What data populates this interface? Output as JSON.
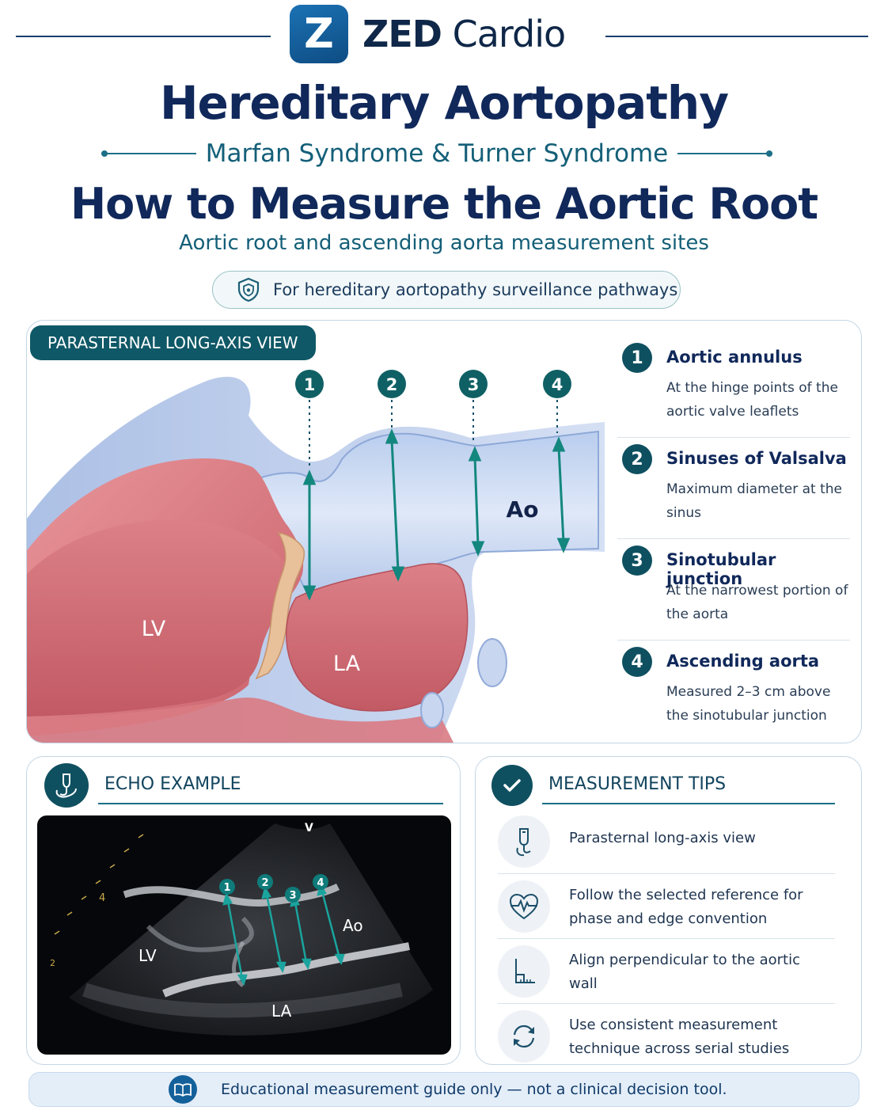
{
  "header": {
    "logo_letter": "Z",
    "brand_bold": "ZED",
    "brand_rest": " Cardio",
    "title": "Hereditary Aortopathy",
    "subtitle": "Marfan Syndrome & Turner Syndrome",
    "title2": "How to Measure the Aortic Root",
    "tagline": "Aortic root and ascending aorta measurement sites",
    "pill_text": "For hereditary aortopathy surveillance pathways"
  },
  "diagram": {
    "view_label": "PARASTERNAL LONG-AXIS VIEW",
    "labels": {
      "lv": "LV",
      "la": "LA",
      "ao": "Ao"
    },
    "markers": [
      "1",
      "2",
      "3",
      "4"
    ]
  },
  "steps": [
    {
      "num": "1",
      "title": "Aortic annulus",
      "desc": "At the hinge points of the aortic valve leaflets"
    },
    {
      "num": "2",
      "title": "Sinuses of Valsalva",
      "desc": "Maximum diameter at the sinus"
    },
    {
      "num": "3",
      "title": "Sinotubular junction",
      "desc": "At the narrowest portion of the aorta"
    },
    {
      "num": "4",
      "title": "Ascending aorta",
      "desc": "Measured 2–3 cm above the sinotubular junction"
    }
  ],
  "echo": {
    "title": "ECHO EXAMPLE",
    "labels": {
      "lv": "LV",
      "la": "LA",
      "ao": "Ao",
      "v": "V",
      "depth": "4",
      "scale": "2"
    },
    "markers": [
      "1",
      "2",
      "3",
      "4"
    ]
  },
  "tips": {
    "title": "MEASUREMENT TIPS",
    "items": [
      {
        "text": "Parasternal long-axis view",
        "icon": "probe-icon"
      },
      {
        "text": "Follow the selected reference for phase and edge convention",
        "icon": "heart-ecg-icon"
      },
      {
        "text": "Align perpendicular to the aortic wall",
        "icon": "perpendicular-icon"
      },
      {
        "text": "Use consistent measurement technique across serial studies",
        "icon": "refresh-icon"
      }
    ]
  },
  "footer": {
    "text": "Educational measurement guide only — not a clinical decision tool.",
    "icon": "book-icon"
  },
  "colors": {
    "navy": "#10285a",
    "teal": "#0f5060",
    "accent": "#1c6f86",
    "myocardium": "#d9737a",
    "aorta": "#c9d8f0"
  }
}
